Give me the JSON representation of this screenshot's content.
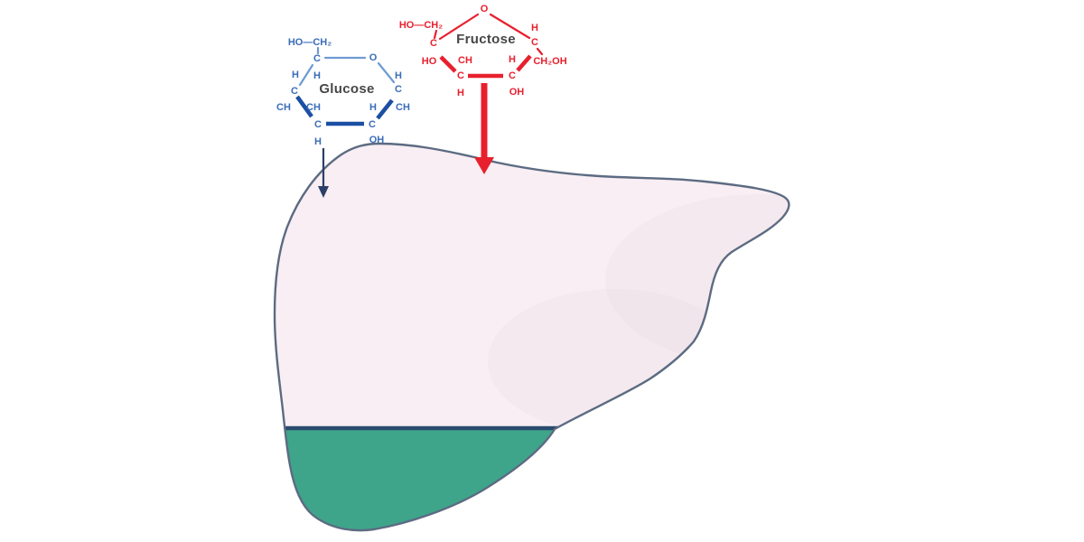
{
  "molecules": {
    "glucose": {
      "name": "Glucose",
      "atoms": {
        "hoch2": "HO—CH₂",
        "c_top": "C",
        "o_ring": "O",
        "h_left_a": "H",
        "h_left_b": "H",
        "c_left": "C",
        "ch_outer_left": "CH",
        "ch_inner_left": "CH",
        "c_bottom_left": "C",
        "h_bottom": "H",
        "h_inner_right": "H",
        "c_bottom_right": "C",
        "oh_bottom": "OH",
        "h_right_top": "H",
        "c_right": "C",
        "ch_outer_right": "CH"
      }
    },
    "fructose": {
      "name": "Fructose",
      "atoms": {
        "o_ring": "O",
        "hoch2": "HO—CH₂",
        "c_upper_left": "C",
        "ho_left": "HO",
        "ch_inner_left": "CH",
        "c_lower_left": "C",
        "h_below_left": "H",
        "h_inner_right": "H",
        "c_lower_right": "C",
        "oh_below_right": "OH",
        "h_top_right": "H",
        "c_upper_right": "C",
        "ch2oh": "CH₂OH"
      }
    }
  },
  "arrows": {
    "glucose_to_liver": {
      "style": "thin",
      "color": "#2c3e68"
    },
    "fructose_to_liver": {
      "style": "thick",
      "color": "#e8202e"
    }
  },
  "colors": {
    "glucose_line": "#6e9bd2",
    "glucose_bold": "#1b4fa3",
    "glucose_text": "#3a6cb8",
    "fructose_red": "#e8202e",
    "molecule_name": "#474747",
    "liver_outline": "#5c6b82",
    "liver_fill": "#f8eef3",
    "fat_region_green": "#3ea58a",
    "fat_divider_line": "#2a4b6e",
    "background": "#ffffff"
  }
}
